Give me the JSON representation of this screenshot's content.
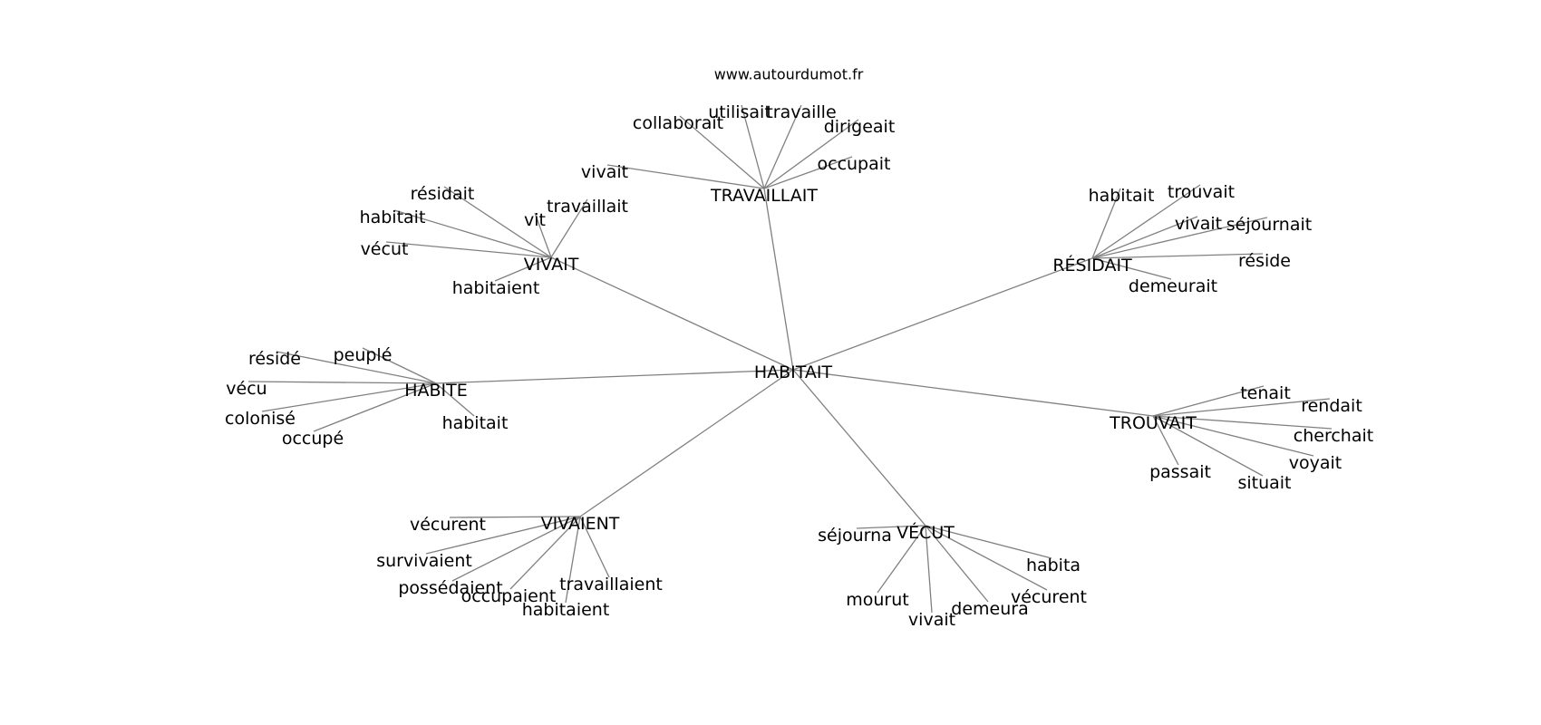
{
  "header": {
    "site": "www.autourdumot.fr"
  },
  "graph": {
    "center": "HABITAIT",
    "hubs": [
      {
        "label": "TRAVAILLAIT",
        "leaves": [
          "collaborait",
          "utilisait",
          "travaille",
          "dirigeait",
          "vivait",
          "occupait"
        ]
      },
      {
        "label": "VIVAIT",
        "leaves": [
          "résidait",
          "habitait",
          "vit",
          "travaillait",
          "vécut",
          "habitaient"
        ]
      },
      {
        "label": "RÉSIDAIT",
        "leaves": [
          "habitait",
          "trouvait",
          "vivait",
          "séjournait",
          "réside",
          "demeurait"
        ]
      },
      {
        "label": "HABITE",
        "leaves": [
          "résidé",
          "peuplé",
          "vécu",
          "colonisé",
          "occupé",
          "habitait"
        ]
      },
      {
        "label": "TROUVAIT",
        "leaves": [
          "tenait",
          "rendait",
          "cherchait",
          "voyait",
          "passait",
          "situait"
        ]
      },
      {
        "label": "VIVAIENT",
        "leaves": [
          "vécurent",
          "survivaient",
          "possédaient",
          "occupaient",
          "habitaient",
          "travaillaient"
        ]
      },
      {
        "label": "VÉCUT",
        "leaves": [
          "séjourna",
          "habita",
          "mourut",
          "vivait",
          "demeura",
          "vécurent"
        ]
      }
    ]
  }
}
